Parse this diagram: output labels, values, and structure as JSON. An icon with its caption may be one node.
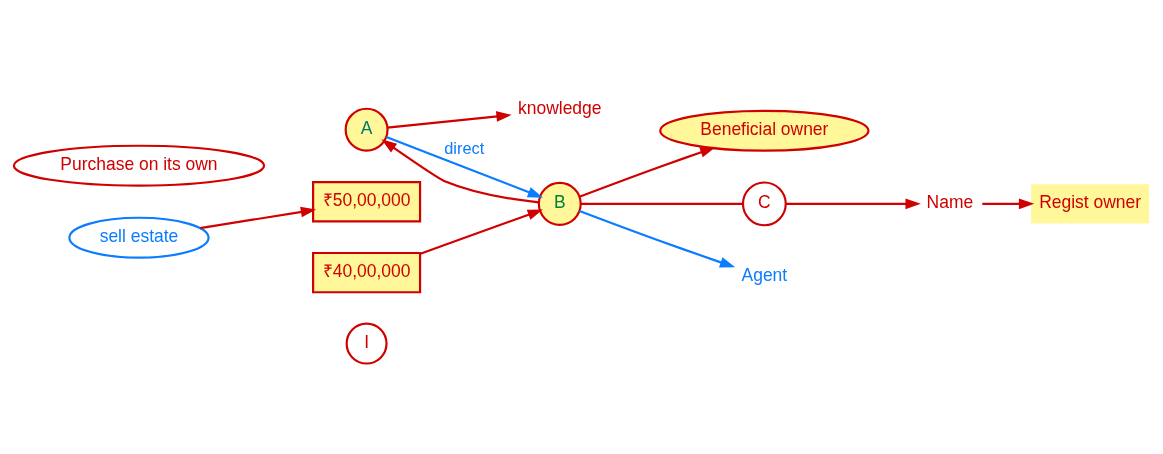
{
  "diagram": {
    "nodes": [
      {
        "text": [
          "I"
        ]
      },
      {
        "text": [
          "A"
        ]
      },
      {
        "text": [
          "B"
        ]
      },
      {
        "text": [
          "Beneficial owner"
        ]
      },
      {
        "text": [
          "C"
        ]
      },
      {
        "text": [
          "knowledge"
        ]
      },
      {
        "text": [
          "sell estate"
        ]
      },
      {
        "text": [
          "₹50,00,000"
        ]
      },
      {
        "text": [
          "₹40,00,000"
        ]
      },
      {
        "text": [
          "Agent"
        ]
      },
      {
        "text": [
          "Purchase on its own"
        ]
      },
      {
        "text": [
          "Name"
        ]
      },
      {
        "text": [
          "Regist owner"
        ]
      }
    ],
    "edges": [
      {
        "from": 1,
        "to": 2,
        "arrow": "to",
        "label": "direct",
        "color": "#0a7cff"
      },
      {
        "from": 2,
        "to": 1,
        "arrow": "to"
      },
      {
        "from": 1,
        "to": 5,
        "arrow": "to"
      },
      {
        "from": 6,
        "to": 7,
        "arrow": "to"
      },
      {
        "from": 8,
        "to": 2,
        "arrow": "to"
      },
      {
        "from": 2,
        "to": 9,
        "arrow": "to",
        "color": "#0a7cff"
      },
      {
        "from": 2,
        "to": 3,
        "arrow": "to"
      },
      {
        "from": 2,
        "to": 4,
        "arrow": "none"
      },
      {
        "from": 4,
        "to": 11,
        "arrow": "to"
      },
      {
        "from": 11,
        "to": 12,
        "arrow": "to"
      }
    ]
  }
}
